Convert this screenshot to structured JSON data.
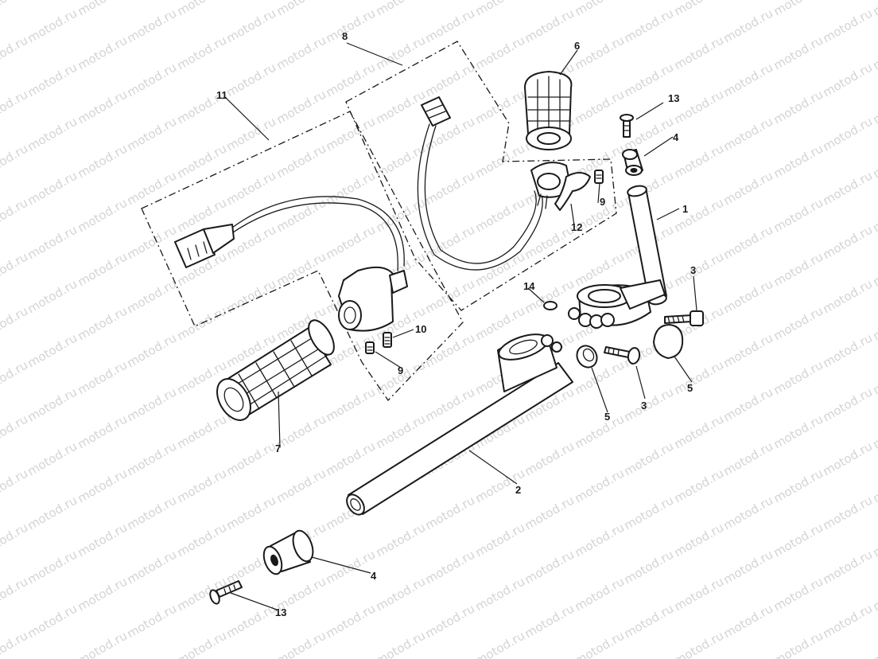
{
  "watermark": {
    "text": "motod.ru",
    "color": "#d4d4d4"
  },
  "callouts": {
    "c1": "1",
    "c2": "2",
    "c3a": "3",
    "c3b": "3",
    "c4a": "4",
    "c4b": "4",
    "c5a": "5",
    "c5b": "5",
    "c6": "6",
    "c7": "7",
    "c8": "8",
    "c9a": "9",
    "c9b": "9",
    "c10": "10",
    "c11": "11",
    "c12": "12",
    "c13a": "13",
    "c13b": "13",
    "c14": "14"
  }
}
